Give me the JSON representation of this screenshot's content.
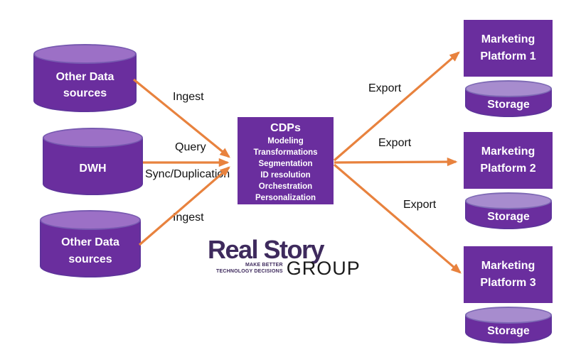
{
  "colors": {
    "purple": "#6A2E9E",
    "purpleTop": "#9C70C6",
    "storageTop": "#A78CCE",
    "orange": "#E8823E",
    "logoPurple": "#3E2A5D",
    "logoBlack": "#1A1A1A"
  },
  "sources": [
    {
      "label": "Other Data sources"
    },
    {
      "label": "DWH"
    },
    {
      "label": "Other Data sources"
    }
  ],
  "cdp": {
    "title": "CDPs",
    "items": [
      "Modeling",
      "Transformations",
      "Segmentation",
      "ID resolution",
      "Orchestration",
      "Personalization"
    ]
  },
  "flows_in": {
    "ingest_top": "Ingest",
    "query": "Query",
    "sync": "Sync/Duplication",
    "ingest_bottom": "Ingest"
  },
  "flows_out": {
    "export1": "Export",
    "export2": "Export",
    "export3": "Export"
  },
  "platforms": [
    {
      "label": "Marketing Platform 1",
      "storage": "Storage"
    },
    {
      "label": "Marketing Platform 2",
      "storage": "Storage"
    },
    {
      "label": "Marketing Platform 3",
      "storage": "Storage"
    }
  ],
  "logo": {
    "name": "Real Story",
    "group": "GROUP",
    "tagline_line1": "MAKE BETTER",
    "tagline_line2": "TECHNOLOGY DECISIONS"
  }
}
